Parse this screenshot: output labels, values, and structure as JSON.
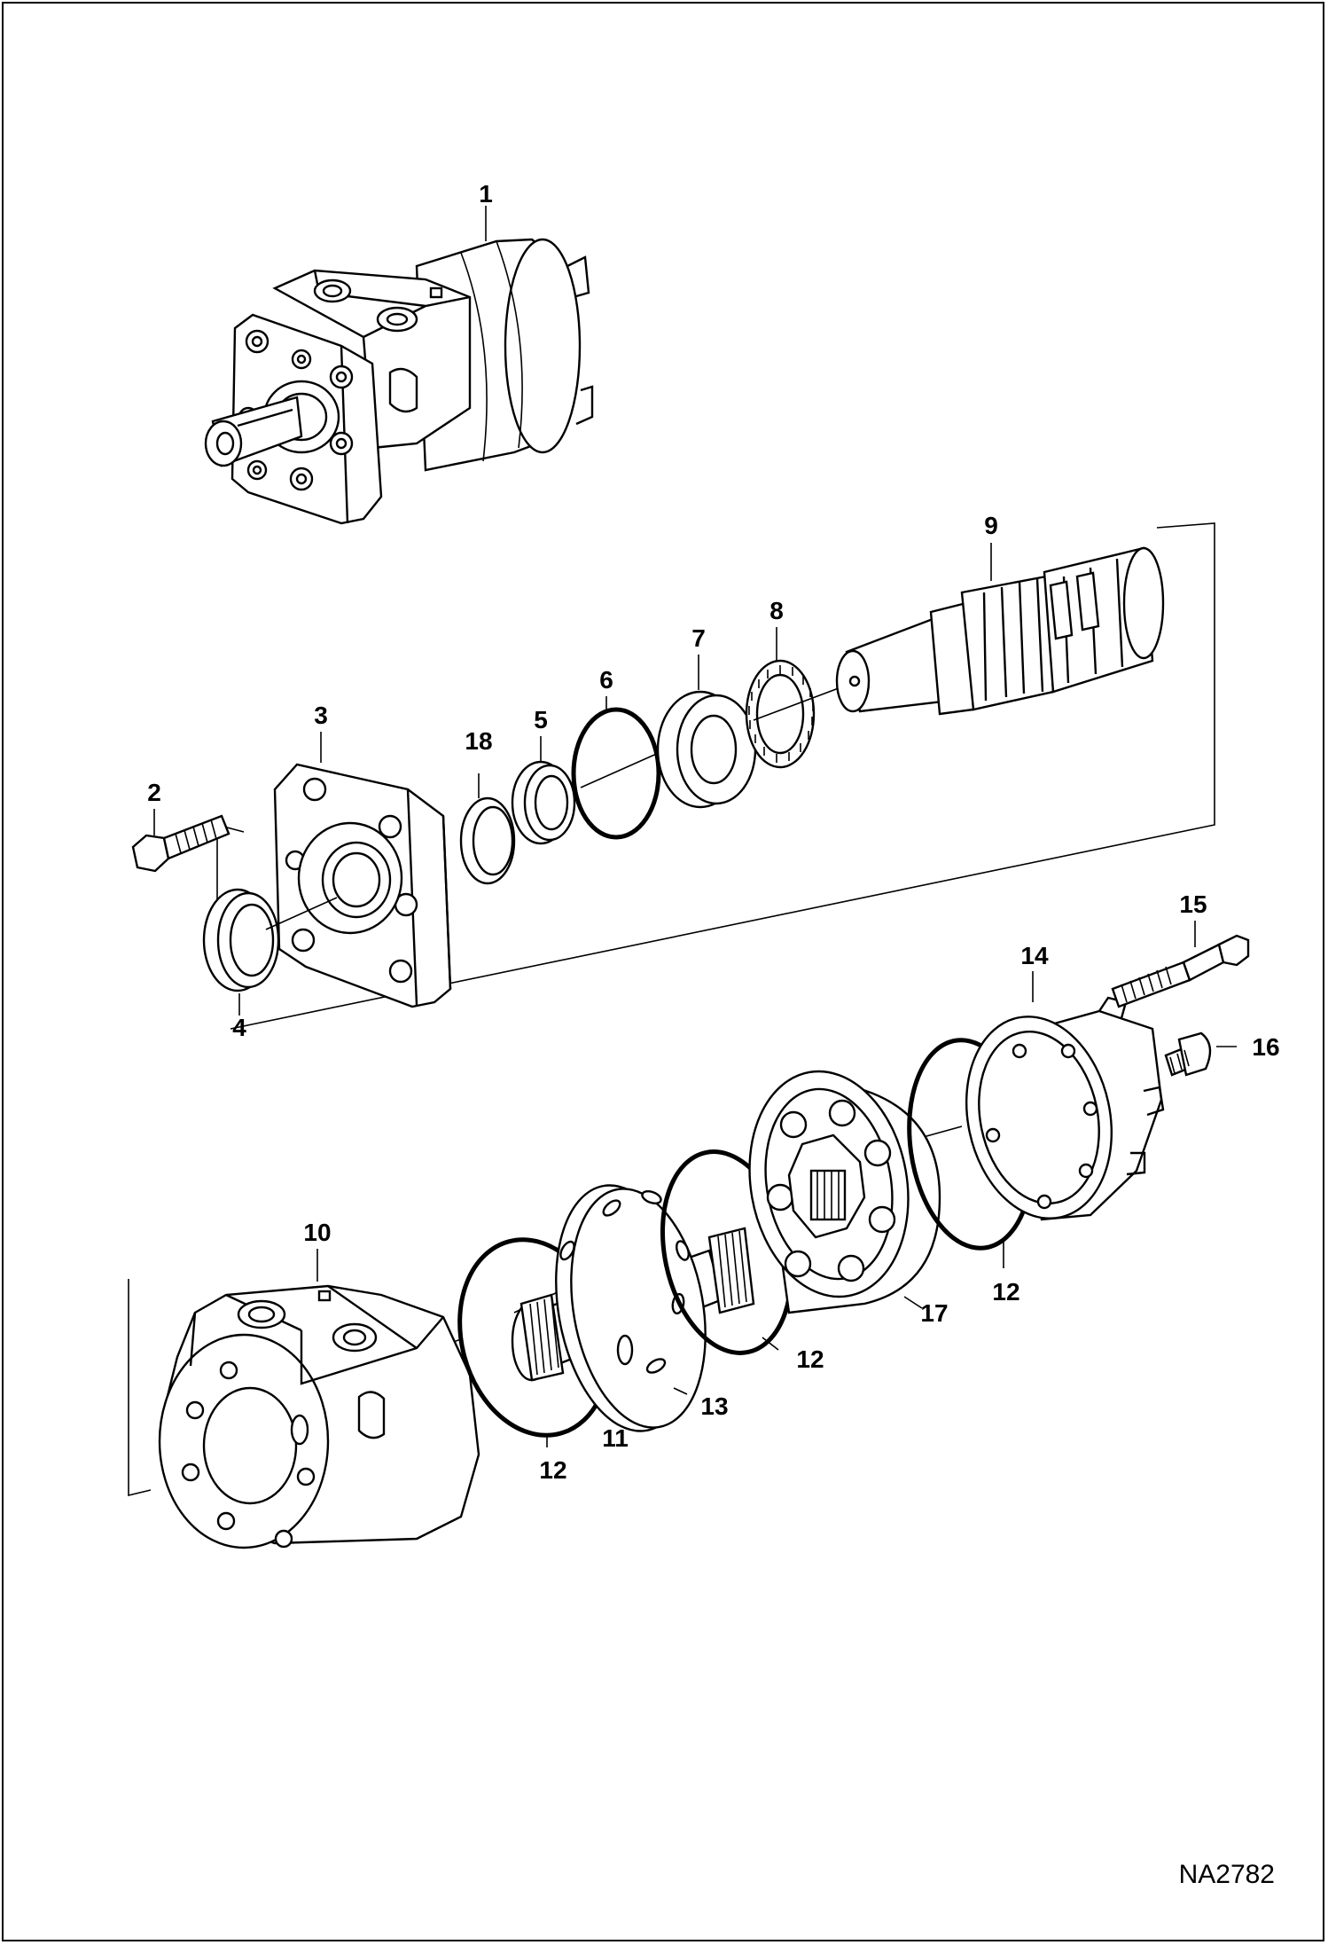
{
  "figure_id": "NA2782",
  "callouts": [
    {
      "id": "c1",
      "label": "1"
    },
    {
      "id": "c2",
      "label": "2"
    },
    {
      "id": "c3",
      "label": "3"
    },
    {
      "id": "c4",
      "label": "4"
    },
    {
      "id": "c5",
      "label": "5"
    },
    {
      "id": "c6",
      "label": "6"
    },
    {
      "id": "c7",
      "label": "7"
    },
    {
      "id": "c8",
      "label": "8"
    },
    {
      "id": "c9",
      "label": "9"
    },
    {
      "id": "c18",
      "label": "18"
    },
    {
      "id": "c10",
      "label": "10"
    },
    {
      "id": "c11",
      "label": "11"
    },
    {
      "id": "c12a",
      "label": "12"
    },
    {
      "id": "c12b",
      "label": "12"
    },
    {
      "id": "c12c",
      "label": "12"
    },
    {
      "id": "c13",
      "label": "13"
    },
    {
      "id": "c14",
      "label": "14"
    },
    {
      "id": "c15",
      "label": "15"
    },
    {
      "id": "c16",
      "label": "16"
    },
    {
      "id": "c17",
      "label": "17"
    }
  ]
}
